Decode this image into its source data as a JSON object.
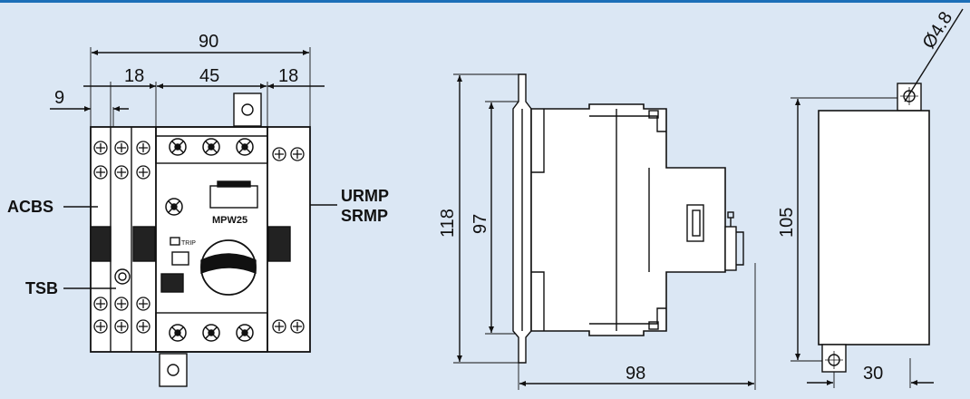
{
  "front_view": {
    "dims": {
      "overall": "90",
      "left_module": "18",
      "center": "45",
      "right_module": "18",
      "offset": "9"
    },
    "labels": {
      "acbs": "ACBS",
      "tsb": "TSB",
      "urmp": "URMP",
      "srmp": "SRMP"
    },
    "device": {
      "model": "MPW25",
      "trip": "TRIP"
    }
  },
  "side_view": {
    "dims": {
      "height_outer": "118",
      "height_inner": "97",
      "depth": "98"
    }
  },
  "back_view": {
    "dims": {
      "hole_diameter": "Ø4.8",
      "height": "105",
      "width": "30"
    }
  }
}
